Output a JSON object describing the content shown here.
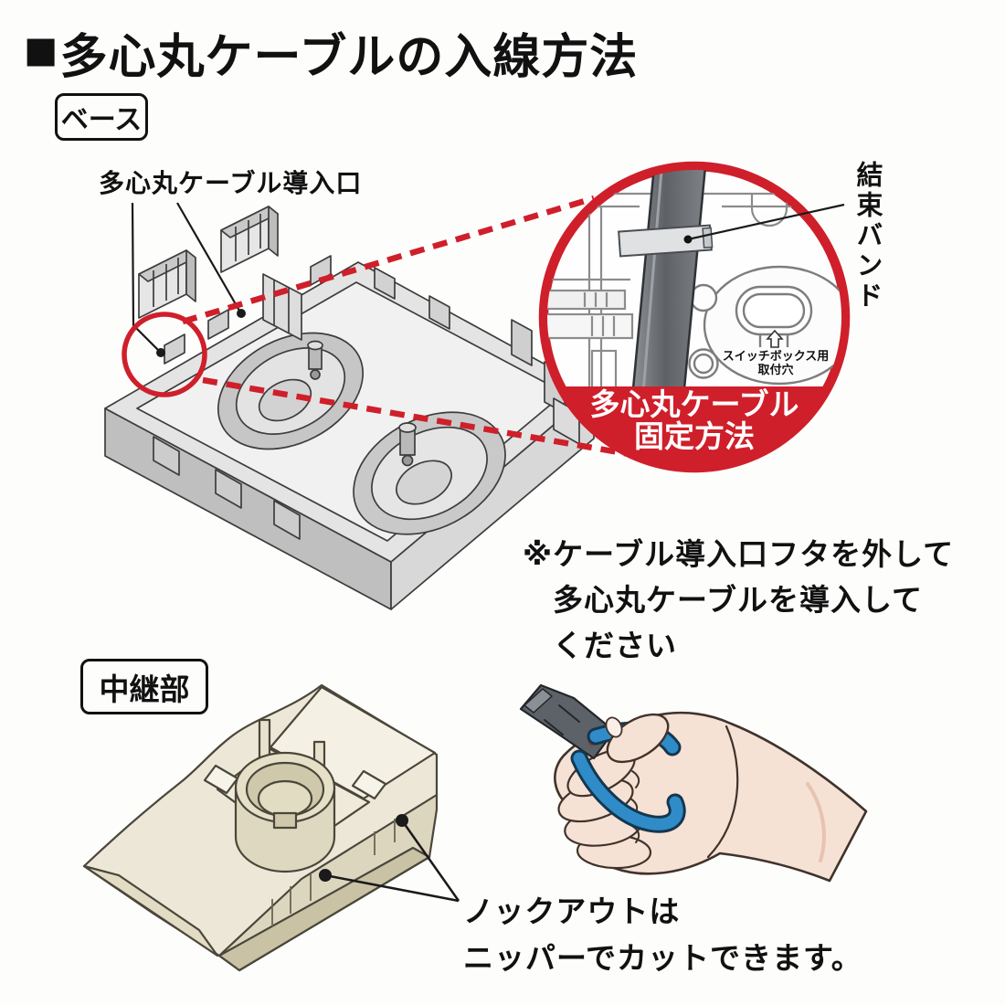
{
  "page": {
    "title_marker": "■",
    "title": "多心丸ケーブルの入線方法"
  },
  "base_section": {
    "label": "ベース",
    "inlet_label": "多心丸ケーブル導入口",
    "note_lines": [
      "※ケーブル導入口フタを外して",
      "多心丸ケーブルを導入して",
      "ください"
    ]
  },
  "detail_circle": {
    "band_label": "結束バンド",
    "switch_box_hole_label_lines": [
      "スイッチボックス用",
      "取付穴"
    ],
    "banner_lines": [
      "多心丸ケーブル",
      "固定方法"
    ]
  },
  "relay_section": {
    "label": "中継部",
    "knockout_note_lines": [
      "ノックアウトは",
      "ニッパーでカットできます。"
    ]
  },
  "icons": {
    "section_marker": "black-square-icon",
    "switch_box_arrow": "up-arrow-icon"
  },
  "colors": {
    "accent_red": "#cf1f2a",
    "line_art_gray": "#8c8c8c",
    "base_gray_fill": "#e7e7e7",
    "cable_dark_gray": "#63666a",
    "cable_tie_gray": "#dfe1e2",
    "relay_cream": "#ece7d7",
    "hand_skin": "#f6e1d5",
    "nipper_blue": "#2f8cc8",
    "text_black": "#111111"
  }
}
